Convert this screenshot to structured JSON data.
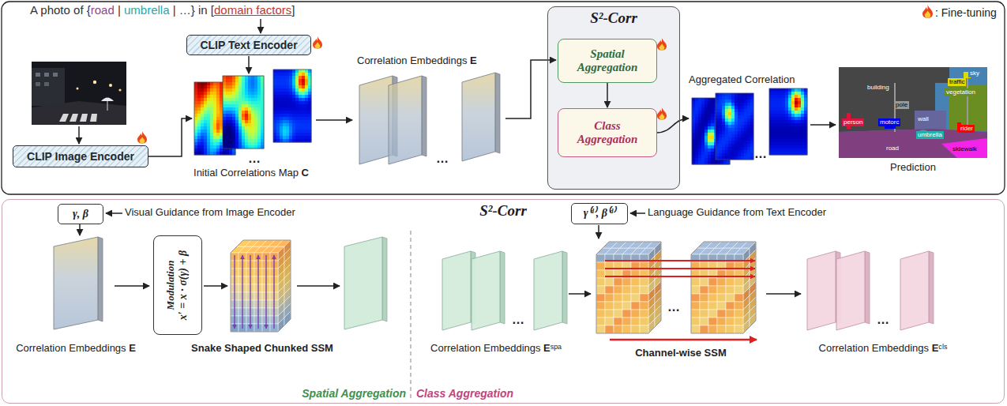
{
  "diagram": {
    "nodes": [
      {
        "text": [
          "CLIP Text Encoder"
        ]
      },
      {
        "text": [
          "CLIP Image Encoder"
        ]
      },
      {
        "text": [
          "S²-Corr"
        ]
      },
      {
        "text": [
          "Spatial Aggregation"
        ],
        "in": 2
      },
      {
        "text": [
          "Class Aggregation"
        ],
        "in": 2
      },
      {
        "text": [
          "S²-Corr"
        ]
      },
      {
        "text": [
          "γ, β"
        ],
        "in": 5
      },
      {
        "text": [
          "Modulation",
          "x′ = x · σ(γ) + β"
        ],
        "in": 5
      },
      {
        "text": [
          "γ⁽ᵈ⁾, β⁽ᵈ⁾"
        ],
        "in": 5
      }
    ],
    "edges": [
      {
        "from": 3,
        "to": 4,
        "arrow": "to"
      }
    ],
    "labels": [
      "A photo of {road | umbrella | …} in [domain factors]",
      "Initial Correlations Map C",
      "…",
      "Correlation Embeddings E",
      "…",
      "Aggregated Correlation",
      "…",
      "Prediction",
      "sky",
      "building",
      "traffic",
      "vegetation",
      "pole",
      "person",
      "motorc",
      "wall",
      "rider",
      "umbrella",
      "road",
      "sidewalk",
      "Visual Guidance from Image Encoder",
      "Correlation Embeddings E",
      "Snake Shaped Chunked SSM",
      "Language Guidance from Text Encoder",
      "Correlation Embeddings Eˢᵖᵃ",
      "…",
      "Channel-wise SSM",
      "…",
      "Correlation Embeddings Eᶜˡˢ",
      "…",
      "Spatial Aggregation",
      "Class Aggregation"
    ],
    "legend": [
      {
        "text": ": Fine-tuning"
      }
    ]
  }
}
